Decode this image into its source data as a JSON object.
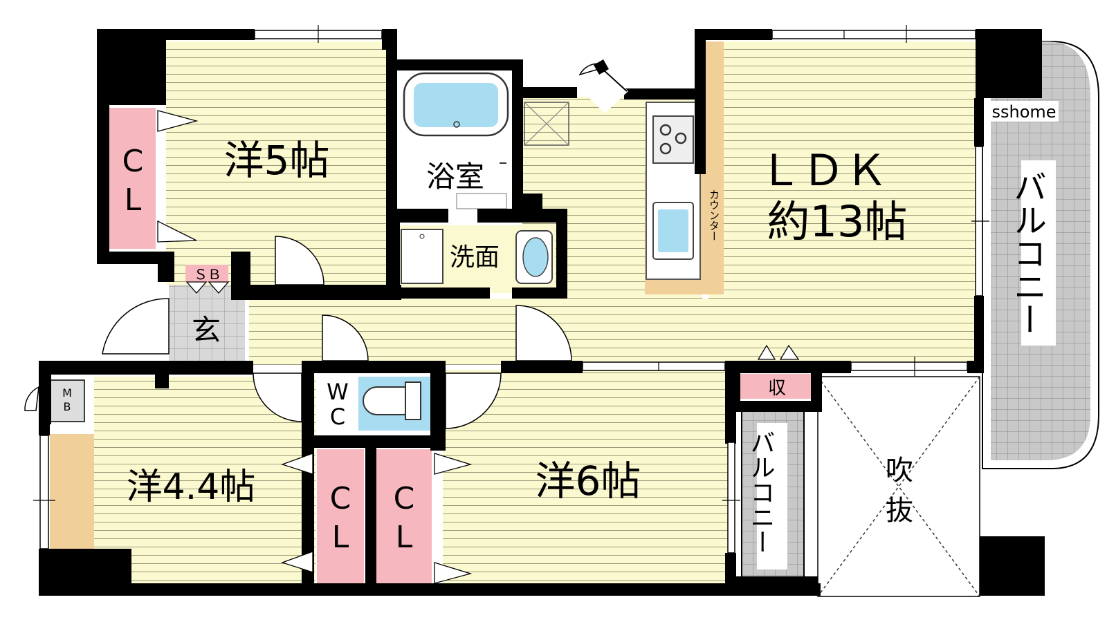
{
  "floorplan": {
    "watermark": "sshome",
    "rooms": {
      "western_5": "洋5帖",
      "western_6": "洋6帖",
      "western_44": "洋4.4帖",
      "ldk_name": "ＬＤＫ",
      "ldk_size": "約13帖",
      "bath": "浴室",
      "washroom": "洗面",
      "entrance": "玄",
      "shoe_box": "ＳＢ",
      "wc_top": "W",
      "wc_bottom": "C",
      "meter_box_top": "M",
      "meter_box_bottom": "B",
      "storage": "収",
      "counter": "カウンター",
      "atrium_top": "吹",
      "atrium_bottom": "抜"
    },
    "closet_top": "C",
    "closet_bottom": "L",
    "balcony_main": "バルコニー",
    "balcony_small": "バルコニー",
    "colors": {
      "room_floor": "#fbf9cf",
      "floor_lines": "#9c9a7a",
      "wall": "#000000",
      "closet": "#f6b8be",
      "counter": "#f1cf98",
      "balcony_tile": "#c8c8c8",
      "bath_tub": "#a8dcf0"
    }
  }
}
